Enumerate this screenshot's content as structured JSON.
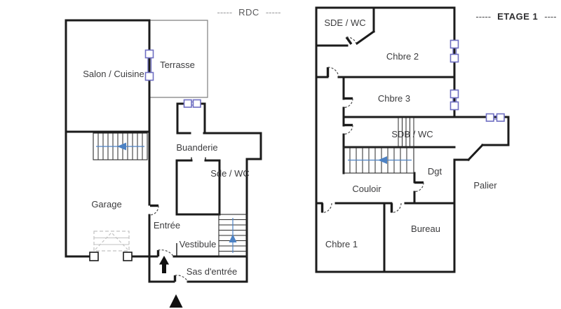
{
  "titles": {
    "rdc": {
      "dashes_left": "-----",
      "label": "RDC",
      "dashes_right": "-----"
    },
    "etage1": {
      "dashes_left": "-----",
      "label": "ETAGE 1",
      "dashes_right": "----"
    }
  },
  "floors": {
    "rdc": {
      "rooms": {
        "salon": "Salon / Cuisine",
        "terrasse": "Terrasse",
        "buanderie": "Buanderie",
        "sde_wc": "Sde / WC",
        "garage": "Garage",
        "entree": "Entrée",
        "vestibule": "Vestibule",
        "sas": "Sas d'entrée"
      }
    },
    "etage1": {
      "rooms": {
        "sde_wc": "SDE / WC",
        "chbre2": "Chbre 2",
        "chbre3": "Chbre 3",
        "sdb_wc": "SDB / WC",
        "dgt": "Dgt",
        "couloir": "Couloir",
        "palier": "Palier",
        "chbre1": "Chbre 1",
        "bureau": "Bureau"
      }
    }
  },
  "colors": {
    "wall": "#1b1b1b",
    "thin_line": "#7f7f7f",
    "window": "#6e6ec2",
    "stair_arrow": "#4d82c4",
    "door_arc": "#4a4a4a",
    "garage_door": "#c2c2c2",
    "entrance_arrow": "#111111",
    "label": "#3c3c3e"
  }
}
